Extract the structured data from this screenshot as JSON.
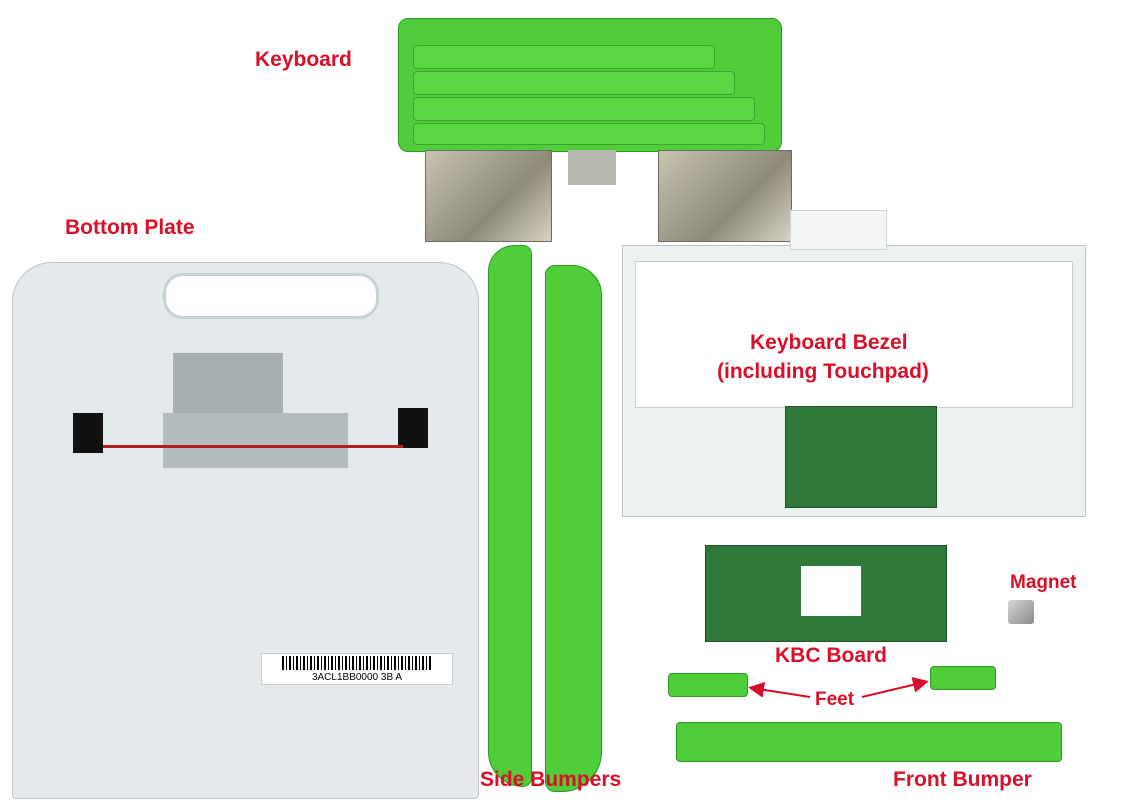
{
  "labels": {
    "keyboard": "Keyboard",
    "bottom_plate": "Bottom Plate",
    "keyboard_bezel_line1": "Keyboard Bezel",
    "keyboard_bezel_line2": "(including Touchpad)",
    "magnet": "Magnet",
    "kbc_board": "KBC Board",
    "feet": "Feet",
    "side_bumpers": "Side Bumpers",
    "front_bumper": "Front Bumper"
  },
  "barcode_text": "3ACL1BB0000 3B A",
  "colors": {
    "label": "#d8102a",
    "plastic_green": "#4fce3a",
    "board_green": "#2f7a3a"
  }
}
